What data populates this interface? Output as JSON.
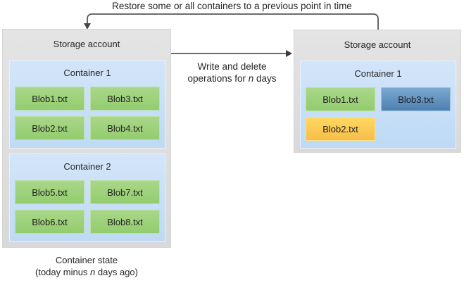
{
  "restore_flow": {
    "label": "Restore some or all containers to a previous point in time"
  },
  "operations": {
    "line1": "Write and delete",
    "line2_prefix": "operations for ",
    "line2_variable": "n",
    "line2_suffix": " days"
  },
  "caption": {
    "line1": "Container state",
    "line2_prefix": "(today minus ",
    "line2_variable": "n",
    "line2_suffix": " days ago)"
  },
  "left_account": {
    "title": "Storage account",
    "containers": [
      {
        "title": "Container 1",
        "blobs": [
          {
            "label": "Blob1.txt",
            "color": "green"
          },
          {
            "label": "Blob3.txt",
            "color": "green"
          },
          {
            "label": "Blob2.txt",
            "color": "green"
          },
          {
            "label": "Blob4.txt",
            "color": "green"
          }
        ]
      },
      {
        "title": "Container 2",
        "blobs": [
          {
            "label": "Blob5.txt",
            "color": "green"
          },
          {
            "label": "Blob7.txt",
            "color": "green"
          },
          {
            "label": "Blob6.txt",
            "color": "green"
          },
          {
            "label": "Blob8.txt",
            "color": "green"
          }
        ]
      }
    ]
  },
  "right_account": {
    "title": "Storage account",
    "containers": [
      {
        "title": "Container 1",
        "blobs": [
          {
            "label": "Blob1.txt",
            "color": "green"
          },
          {
            "label": "Blob3.txt",
            "color": "steel-blue"
          },
          {
            "label": "Blob2.txt",
            "color": "yellow"
          }
        ]
      }
    ]
  },
  "colors": {
    "account_fill": "#dedede",
    "container_fill": "#c8dff7",
    "green_blob": "#9bd279",
    "steel_blue_blob": "#5d8fbc",
    "yellow_blob": "#fbcd54",
    "arrow": "#4a4a4a"
  }
}
